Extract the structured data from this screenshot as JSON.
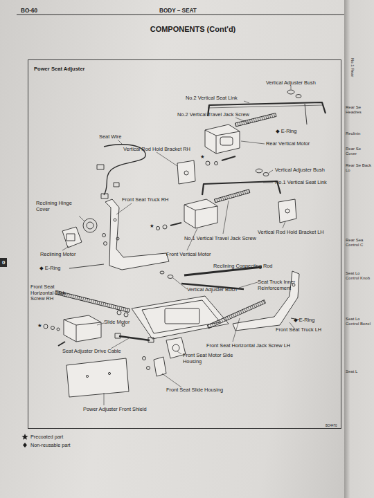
{
  "diagram": {
    "title": "COMPONENTS (Cont'd)",
    "nodes": [
      {
        "text": [
          "Power Seat Adjuster"
        ]
      }
    ],
    "edges": [],
    "labels": [
      "BO-60",
      "BODY – SEAT",
      "Vertical Adjuster Bush",
      "No.2 Vertical Seat Link",
      "No.2 Vertical Travel Jack Screw",
      "◆ E-Ring",
      "Rear Vertical Motor",
      "Seat Wire",
      "Vertical Rod Hold Bracket RH",
      "★",
      "Vertical Adjuster Bush",
      "No.1 Vertical Seat Link",
      "Reclining Hinge Cover",
      "Front Seat Truck RH",
      "★",
      "No.1 Vertical Travel Jack Screw",
      "Vertical Rod Hold Bracket LH",
      "Front Vertical Motor",
      "Reclining Motor",
      "Reclining Connecting Rod",
      "◆ E-Ring",
      "Seat Truck Inner Reinforcement",
      "Front Seat Horizontal Jack Screw RH",
      "Vertical Adjuster Bush",
      "★",
      "Slide Motor",
      "◆ E-Ring",
      "Front Seat Truck LH",
      "Front Seat Horizontal Jack Screw LH",
      "Seat Adjuster Drive Cable",
      "Front Seat Motor Side Housing",
      "Front Seat Slide Housing",
      "Power Adjuster Front Shield",
      "BO4470",
      "0",
      "No.1 Rear",
      "Rear Se Headres",
      "Reclinin",
      "Rear Se Cover",
      "Rear Se Back Lo",
      "Rear Sea Control C",
      "Seat Lo Control Knob",
      "Seat Lo Control Bezel",
      "Seat L"
    ],
    "legend": [
      {
        "text": "Precoated part"
      },
      {
        "text": "Non-reusable part"
      }
    ]
  }
}
